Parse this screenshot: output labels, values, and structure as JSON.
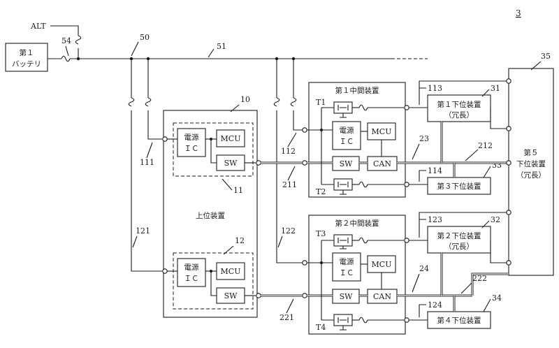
{
  "figure_number": "3",
  "alt": "ALT",
  "battery": {
    "line1": "第１",
    "line2": "バッテリ"
  },
  "ref": {
    "r3": "3",
    "r10": "10",
    "r11": "11",
    "r12": "12",
    "r23": "23",
    "r24": "24",
    "r31": "31",
    "r32": "32",
    "r33": "33",
    "r34": "34",
    "r35": "35",
    "r50": "50",
    "r51": "51",
    "r54": "54",
    "r111": "111",
    "r112": "112",
    "r113": "113",
    "r114": "114",
    "r121": "121",
    "r122": "122",
    "r123": "123",
    "r124": "124",
    "r211": "211",
    "r212": "212",
    "r221": "221",
    "r222": "222"
  },
  "upper_device": {
    "label": "上位装置"
  },
  "power_ic": {
    "line1": "電源",
    "line2": "ＩＣ"
  },
  "mcu": "MCU",
  "sw": "SW",
  "can": "CAN",
  "intermediate1": {
    "label": "第１中間装置"
  },
  "intermediate2": {
    "label": "第２中間装置"
  },
  "transistors": {
    "t1": "T1",
    "t2": "T2",
    "t3": "T3",
    "t4": "T4"
  },
  "lower1": {
    "line1": "第１下位装置",
    "line2": "（冗長）"
  },
  "lower2": {
    "line1": "第２下位装置",
    "line2": "（冗長）"
  },
  "lower3": {
    "label": "第３下位装置"
  },
  "lower4": {
    "label": "第４下位装置"
  },
  "lower5": {
    "line1": "第５",
    "line2": "下位装置",
    "line3": "（冗長）"
  }
}
